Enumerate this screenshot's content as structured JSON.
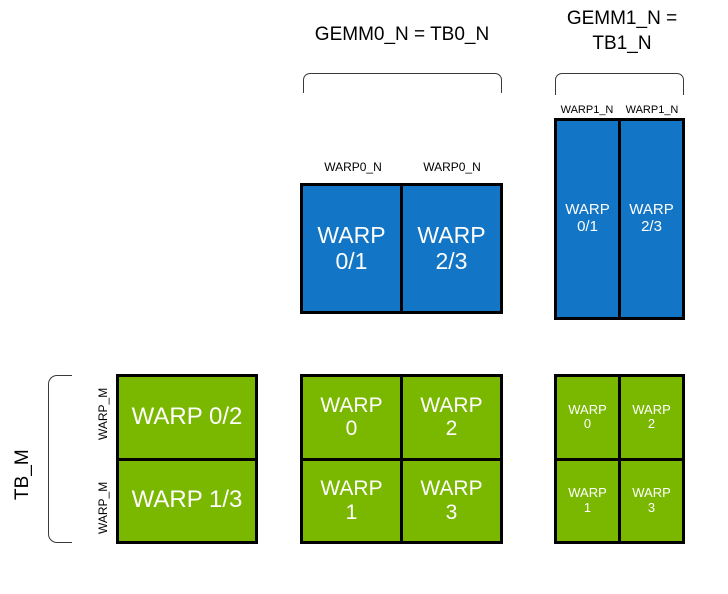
{
  "diagram": {
    "title_gemm0": "GEMM0_N = TB0_N",
    "title_gemm1_line1": "GEMM1_N =",
    "title_gemm1_line2": "TB1_N",
    "tb_m_label": "TB_M",
    "warp_m_label_top": "WARP_M",
    "warp_m_label_bottom": "WARP_M",
    "warp0_n_label_left": "WARP0_N",
    "warp0_n_label_right": "WARP0_N",
    "warp1_n_label_left": "WARP1_N",
    "warp1_n_label_right": "WARP1_N",
    "colors": {
      "blue": "#1275c5",
      "green": "#7ab800",
      "outline": "#000000",
      "bracket": "#3a3a3a",
      "text_on_fill": "#ffffff",
      "background": "#ffffff"
    },
    "blue_mid_boxes": [
      {
        "line1": "WARP",
        "line2": "0/1"
      },
      {
        "line1": "WARP",
        "line2": "2/3"
      }
    ],
    "blue_right_boxes": [
      {
        "line1": "WARP",
        "line2": "0/1"
      },
      {
        "line1": "WARP",
        "line2": "2/3"
      }
    ],
    "green_left_boxes": [
      {
        "line1": "WARP 0/2",
        "line2": ""
      },
      {
        "line1": "WARP 1/3",
        "line2": ""
      }
    ],
    "green_mid_boxes": [
      {
        "line1": "WARP",
        "line2": "0"
      },
      {
        "line1": "WARP",
        "line2": "2"
      },
      {
        "line1": "WARP",
        "line2": "1"
      },
      {
        "line1": "WARP",
        "line2": "3"
      }
    ],
    "green_right_boxes": [
      {
        "line1": "WARP",
        "line2": "0"
      },
      {
        "line1": "WARP",
        "line2": "2"
      },
      {
        "line1": "WARP",
        "line2": "1"
      },
      {
        "line1": "WARP",
        "line2": "3"
      }
    ]
  }
}
